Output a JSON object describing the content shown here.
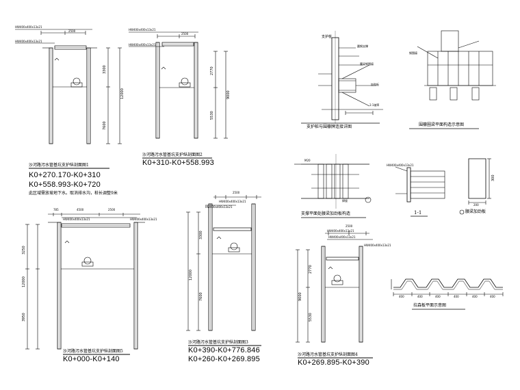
{
  "sections": {
    "s1": {
      "title": "沙河路污水管基坑支护纵剖面图1",
      "stations": [
        "K0+270.170-K0+310",
        "K0+558.993-K0+720"
      ],
      "note": "此区域需放坡地下水。取消排水沟，桩长调整9米",
      "beams": [
        "HW400x400x13x21",
        "HW400x400x13x21"
      ],
      "dims": [
        "2500",
        "3300",
        "12000",
        "7600"
      ]
    },
    "s2": {
      "title": "沙河路污水管基坑支护纵剖面图2",
      "stations": [
        "K0+310-K0+558.993"
      ],
      "beams": [
        "HW400x400x13x21",
        "HW400x400x13x21"
      ],
      "dims": [
        "2500",
        "2770",
        "9000",
        "5530"
      ]
    },
    "s3": {
      "title": "沙河路污水管基坑支护纵剖面图3",
      "stations": [
        "K0+390-K0+776.846",
        "K0+260-K0+269.895"
      ],
      "beams": [
        "HW400x400x13x21",
        "HW400x400x13x21"
      ],
      "dims": [
        "2500",
        "3300",
        "12000",
        "7600"
      ]
    },
    "s4": {
      "title": "沙河路污水管基坑支护纵剖面图4",
      "stations": [
        "K0+269.895-K0+390"
      ],
      "beams": [
        "HW400x400x13x21",
        "HW400x400x13x21",
        "HW400x400x13x21"
      ],
      "dims": [
        "2500",
        "2770",
        "9000",
        "5530"
      ]
    },
    "s5": {
      "title": "沙河路污水管基坑支护纵剖面图5",
      "stations": [
        "K0+000-K0+140"
      ],
      "beams": [
        "HW400x400x13x21",
        "HW400x400x13x21"
      ],
      "dims": [
        "785",
        "4500",
        "2500",
        "3250",
        "12000",
        "3950"
      ]
    }
  },
  "details": {
    "d1_title": "支护桩与围檩牌连接详图",
    "d2_title": "围檩圈梁平面构造示意图",
    "d3_title": "支撑平面处腰梁加劲板构造",
    "d4_label": "1-1",
    "d5_title": "腰梁加劲板",
    "d6_title": "拉森板平面示意图",
    "d6_dims": [
      "400",
      "400",
      "400",
      "400",
      "400",
      "400"
    ],
    "d4_dims": [
      "300",
      "200"
    ],
    "labels": [
      "支护桩",
      "圆钢支撑",
      "腰梁钢围檩",
      "加劲板",
      "1:1坡率",
      "钢围檩",
      "HW400x400x13x21",
      "M20",
      "焊接"
    ]
  }
}
